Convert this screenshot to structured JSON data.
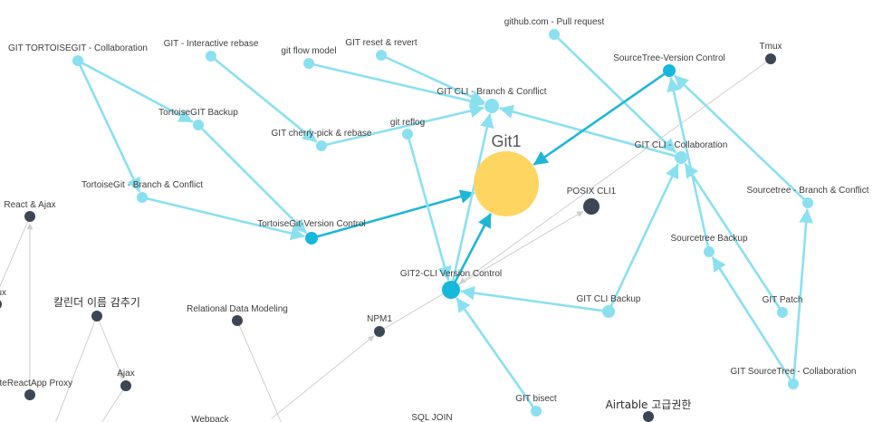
{
  "colors": {
    "light_edge": "#8be0f0",
    "strong_edge": "#1fb6d6",
    "grey_edge": "#cfcfcf",
    "light_node": "#8be0f0",
    "strong_node": "#17b8dc",
    "dark_node": "#3c4654",
    "center_node": "#ffd562"
  },
  "nodes": [
    {
      "id": "git1",
      "label": "Git1",
      "kind": "center"
    },
    {
      "id": "tortoise_collab",
      "label": "GIT TORTOISEGIT - Collaboration",
      "kind": "light"
    },
    {
      "id": "interactive_rebase",
      "label": "GIT - Interactive rebase",
      "kind": "light"
    },
    {
      "id": "flow_model",
      "label": "git flow model",
      "kind": "light"
    },
    {
      "id": "reset_revert",
      "label": "GIT reset & revert",
      "kind": "light"
    },
    {
      "id": "github_pr",
      "label": "github.com - Pull request",
      "kind": "light"
    },
    {
      "id": "st_vc",
      "label": "SourceTree-Version Control",
      "kind": "strong"
    },
    {
      "id": "tmux",
      "label": "Tmux",
      "kind": "dark"
    },
    {
      "id": "tortoise_backup",
      "label": "TortoiseGIT Backup",
      "kind": "light"
    },
    {
      "id": "cli_branch",
      "label": "GIT CLI - Branch & Conflict",
      "kind": "light"
    },
    {
      "id": "cherry_pick",
      "label": "GIT cherry-pick & rebase",
      "kind": "light"
    },
    {
      "id": "reflog",
      "label": "git reflog",
      "kind": "light"
    },
    {
      "id": "cli_collab",
      "label": "GIT CLI - Collaboration",
      "kind": "light"
    },
    {
      "id": "tortoise_branch",
      "label": "TortoiseGit - Branch & Conflict",
      "kind": "light"
    },
    {
      "id": "posix",
      "label": "POSIX CLI1",
      "kind": "dark"
    },
    {
      "id": "st_branch",
      "label": "Sourcetree - Branch & Conflict",
      "kind": "light"
    },
    {
      "id": "react_ajax",
      "label": "React & Ajax",
      "kind": "dark"
    },
    {
      "id": "tortoise_vc",
      "label": "TortoiseGit-Version Control",
      "kind": "strong"
    },
    {
      "id": "st_backup",
      "label": "Sourcetree Backup",
      "kind": "light"
    },
    {
      "id": "git2_cli",
      "label": "GIT2-CLI Version Control",
      "kind": "strong"
    },
    {
      "id": "tmux_partial",
      "label": "ux",
      "kind": "dark"
    },
    {
      "id": "calendar",
      "label": "칼린더 이름 감추기",
      "kind": "dark"
    },
    {
      "id": "relational",
      "label": "Relational Data Modeling",
      "kind": "dark"
    },
    {
      "id": "cli_backup",
      "label": "GIT CLI Backup",
      "kind": "light"
    },
    {
      "id": "git_patch",
      "label": "GIT Patch",
      "kind": "light"
    },
    {
      "id": "npm",
      "label": "NPM1",
      "kind": "dark"
    },
    {
      "id": "proxy",
      "label": "ateReactApp Proxy",
      "kind": "dark"
    },
    {
      "id": "ajax",
      "label": "Ajax",
      "kind": "dark"
    },
    {
      "id": "st_collab",
      "label": "GIT SourceTree - Collaboration",
      "kind": "light"
    },
    {
      "id": "bisect",
      "label": "GIT bisect",
      "kind": "light"
    },
    {
      "id": "airtable",
      "label": "Airtable 고급권한",
      "kind": "dark"
    },
    {
      "id": "webpack",
      "label": "Webpack",
      "kind": "none"
    },
    {
      "id": "sql_join",
      "label": "SQL JOIN",
      "kind": "none"
    }
  ],
  "edges": [
    {
      "from": "tortoise_collab",
      "to": "tortoise_backup",
      "style": "light"
    },
    {
      "from": "tortoise_collab",
      "to": "tortoise_branch",
      "style": "light"
    },
    {
      "from": "tortoise_backup",
      "to": "tortoise_vc",
      "style": "light"
    },
    {
      "from": "tortoise_branch",
      "to": "tortoise_vc",
      "style": "light"
    },
    {
      "from": "tortoise_vc",
      "to": "git1",
      "style": "strong"
    },
    {
      "from": "interactive_rebase",
      "to": "cherry_pick",
      "style": "light"
    },
    {
      "from": "cherry_pick",
      "to": "cli_branch",
      "style": "light"
    },
    {
      "from": "flow_model",
      "to": "cli_branch",
      "style": "light"
    },
    {
      "from": "reset_revert",
      "to": "cli_branch",
      "style": "light"
    },
    {
      "from": "reflog",
      "to": "git2_cli",
      "style": "light"
    },
    {
      "from": "git2_cli",
      "to": "cli_branch",
      "style": "light"
    },
    {
      "from": "git2_cli",
      "to": "git1",
      "style": "strong"
    },
    {
      "from": "github_pr",
      "to": "cli_collab",
      "style": "light"
    },
    {
      "from": "cli_collab",
      "to": "cli_branch",
      "style": "light"
    },
    {
      "from": "st_vc",
      "to": "git1",
      "style": "strong"
    },
    {
      "from": "st_backup",
      "to": "st_vc",
      "style": "light"
    },
    {
      "from": "st_branch",
      "to": "st_vc",
      "style": "light"
    },
    {
      "from": "git_patch",
      "to": "cli_collab",
      "style": "light"
    },
    {
      "from": "cli_backup",
      "to": "git2_cli",
      "style": "light"
    },
    {
      "from": "cli_backup",
      "to": "cli_collab",
      "style": "light"
    },
    {
      "from": "st_collab",
      "to": "st_backup",
      "style": "light"
    },
    {
      "from": "st_collab",
      "to": "st_branch",
      "style": "light"
    },
    {
      "from": "bisect",
      "to": "git2_cli",
      "style": "light"
    },
    {
      "from": "tmux",
      "to": "git2_cli",
      "style": "grey"
    },
    {
      "from": "npm",
      "to": "posix",
      "style": "grey"
    },
    {
      "from": "webpack",
      "to": "npm",
      "style": "grey"
    },
    {
      "from": "relational",
      "to": "sql_join",
      "style": "grey"
    },
    {
      "from": "proxy",
      "to": "react_ajax",
      "style": "grey"
    },
    {
      "from": "react_ajax",
      "to": "left_edge_1",
      "style": "grey"
    },
    {
      "from": "calendar",
      "to": "ajax",
      "style": "grey"
    },
    {
      "from": "calendar",
      "to": "bottom_edge_1",
      "style": "grey"
    },
    {
      "from": "ajax",
      "to": "bottom_edge_2",
      "style": "grey"
    }
  ]
}
